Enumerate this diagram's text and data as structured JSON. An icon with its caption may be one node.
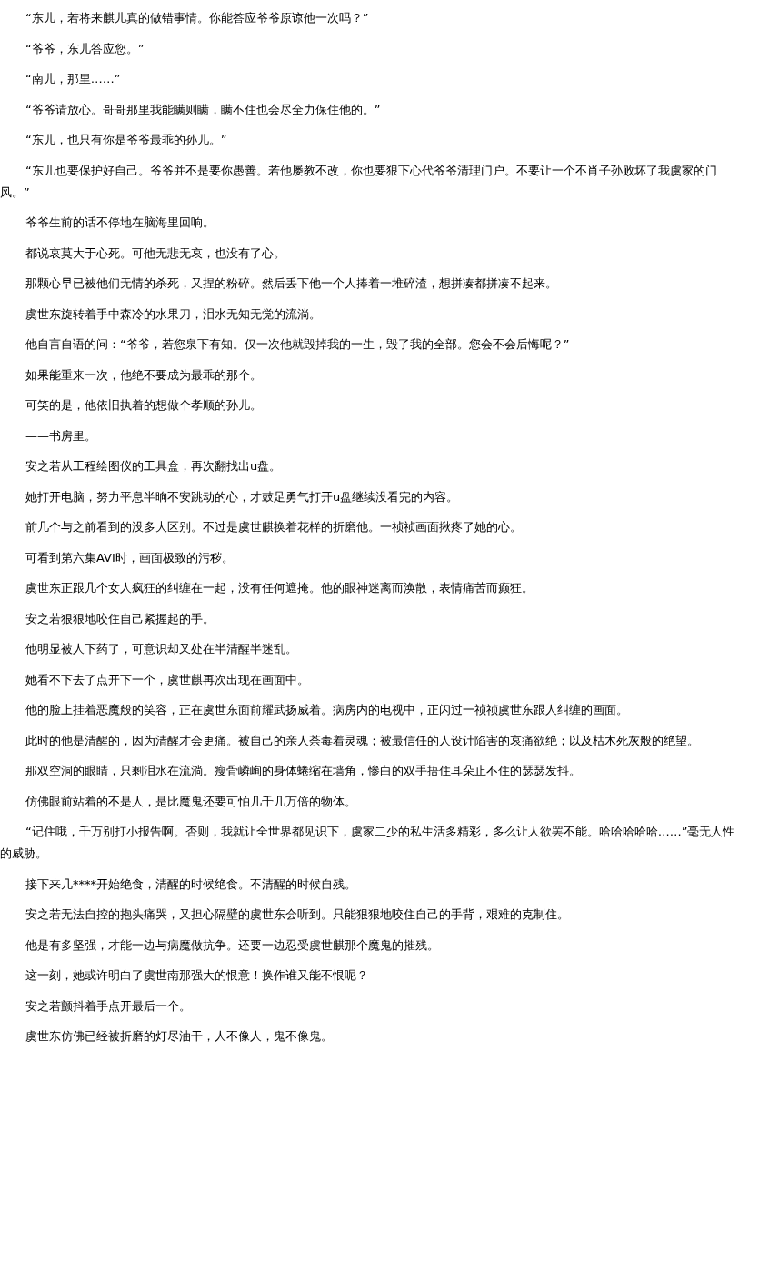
{
  "diagram": {
    "labels": [
      "“东儿，若将来麒儿真的做错事情。你能答应爷爷原谅他一次吗？”",
      "“爷爷，东儿答应您。”",
      "“南儿，那里……”",
      "“爷爷请放心。哥哥那里我能瞒则瞒，瞒不住也会尽全力保住他的。”",
      "“东儿，也只有你是爷爷最乖的孙儿。”",
      "“东儿也要保护好自己。爷爷并不是要你愚善。若他屡教不改，你也要狠下心代爷爷清理门户。不要让一个不肖子孙败坏了我虞家的门风。”",
      "爷爷生前的话不停地在脑海里回响。",
      "都说哀莫大于心死。可他无悲无哀，也没有了心。",
      "那颗心早已被他们无情的杀死，又捏的粉碎。然后丢下他一个人捧着一堆碎渣，想拼凑都拼凑不起来。",
      "虞世东旋转着手中森冷的水果刀，泪水无知无觉的流淌。",
      "他自言自语的问：“爷爷，若您泉下有知。仅一次他就毁掉我的一生，毁了我的全部。您会不会后悔呢？”",
      "如果能重来一次，他绝不要成为最乖的那个。",
      "可笑的是，他依旧执着的想做个孝顺的孙儿。",
      "——书房里。",
      "安之若从工程绘图仪的工具盒，再次翻找出u盘。",
      "她打开电脑，努力平息半晌不安跳动的心，才鼓足勇气打开u盘继续没看完的内容。",
      "前几个与之前看到的没多大区别。不过是虞世麒换着花样的折磨他。一祯祯画面揪疼了她的心。",
      "可看到第六集AVI时，画面极致的污秽。",
      "虞世东正跟几个女人疯狂的纠缠在一起，没有任何遮掩。他的眼神迷离而涣散，表情痛苦而癫狂。",
      "安之若狠狠地咬住自己紧握起的手。",
      "他明显被人下药了，可意识却又处在半清醒半迷乱。",
      "她看不下去了点开下一个，虞世麒再次出现在画面中。",
      "他的脸上挂着恶魔般的笑容，正在虞世东面前耀武扬威着。病房内的电视中，正闪过一祯祯虞世东跟人纠缠的画面。",
      "此时的他是清醒的，因为清醒才会更痛。被自己的亲人荼毒着灵魂；被最信任的人设计陷害的哀痛欲绝；以及枯木死灰般的绝望。",
      "那双空洞的眼睛，只剩泪水在流淌。瘦骨嶙峋的身体蜷缩在墙角，惨白的双手捂住耳朵止不住的瑟瑟发抖。",
      "仿佛眼前站着的不是人，是比魔鬼还要可怕几千几万倍的物体。",
      "“记住哦，千万别打小报告啊。否则，我就让全世界都见识下，虞家二少的私生活多精彩，多么让人欲罢不能。哈哈哈哈哈……”毫无人性的威胁。",
      "接下来几****开始绝食，清醒的时候绝食。不清醒的时候自残。",
      "安之若无法自控的抱头痛哭，又担心隔壁的虞世东会听到。只能狠狠地咬住自己的手背，艰难的克制住。",
      "他是有多坚强，才能一边与病魔做抗争。还要一边忍受虞世麒那个魔鬼的摧残。",
      "这一刻，她或许明白了虞世南那强大的恨意！换作谁又能不恨呢？",
      "安之若颤抖着手点开最后一个。",
      "虞世东仿佛已经被折磨的灯尽油干，人不像人，鬼不像鬼。"
    ]
  }
}
